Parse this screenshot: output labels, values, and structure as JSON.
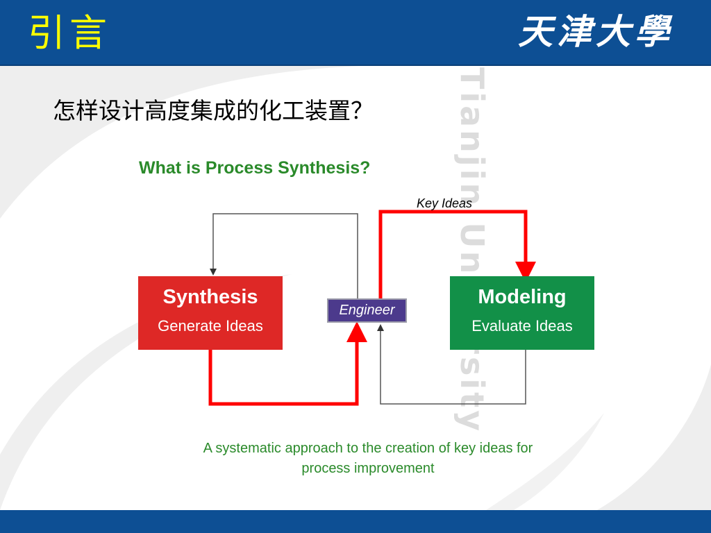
{
  "header": {
    "title": "引言",
    "logo_text": "天津大學",
    "watermark": "Tianjin University"
  },
  "content": {
    "question": "怎样设计高度集成的化工装置？"
  },
  "diagram": {
    "title": "What is Process Synthesis?",
    "synthesis": {
      "title": "Synthesis",
      "subtitle": "Generate Ideas"
    },
    "modeling": {
      "title": "Modeling",
      "subtitle": "Evaluate Ideas"
    },
    "engineer": "Engineer",
    "key_ideas_label": "Key Ideas",
    "caption_line1": "A systematic approach to the creation of key ideas for",
    "caption_line2": "process improvement"
  },
  "colors": {
    "header_blue": "#0d4f94",
    "title_yellow": "#ffff00",
    "synthesis_red": "#de2826",
    "modeling_green": "#129048",
    "engineer_purple": "#4c3a8c",
    "arrow_red": "#ff0000",
    "text_green": "#2a8a2a"
  }
}
